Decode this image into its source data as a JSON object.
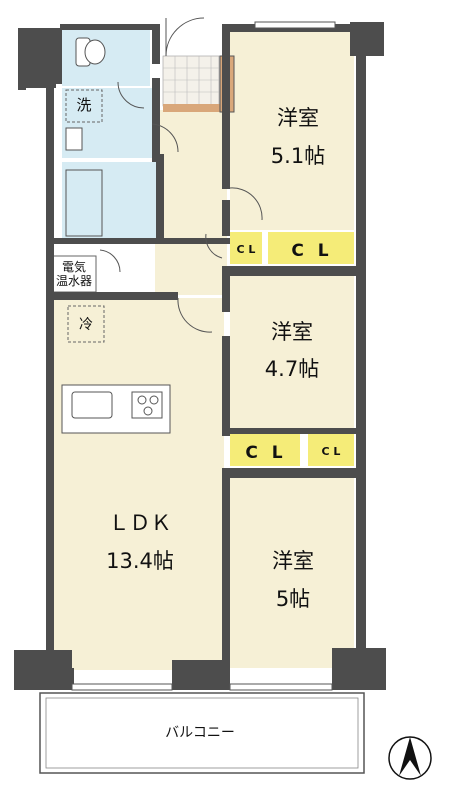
{
  "rooms": {
    "western_room_1": {
      "name": "洋室",
      "size": "5.1帖"
    },
    "western_room_2": {
      "name": "洋室",
      "size": "4.7帖"
    },
    "western_room_3": {
      "name": "洋室",
      "size": "5帖"
    },
    "ldk": {
      "name": "ＬＤＫ",
      "size": "13.4帖"
    }
  },
  "closets": {
    "cl_top_small": "C L",
    "cl_top_large": "C L",
    "cl_mid_large": "C L",
    "cl_mid_small": "C L"
  },
  "labels": {
    "washroom": "洗",
    "water_heater_line1": "電気",
    "water_heater_line2": "温水器",
    "refrigerator": "冷",
    "balcony": "バルコニー"
  },
  "colors": {
    "wall": "#4d4d4d",
    "room_floor": "#f6f0d6",
    "closet": "#f5ec78",
    "wet_area": "#d6ebf3",
    "entrance_step": "#d9a77a",
    "entrance_tile": "#f4f1ea"
  },
  "icons": {
    "north": "north-arrow-icon"
  }
}
